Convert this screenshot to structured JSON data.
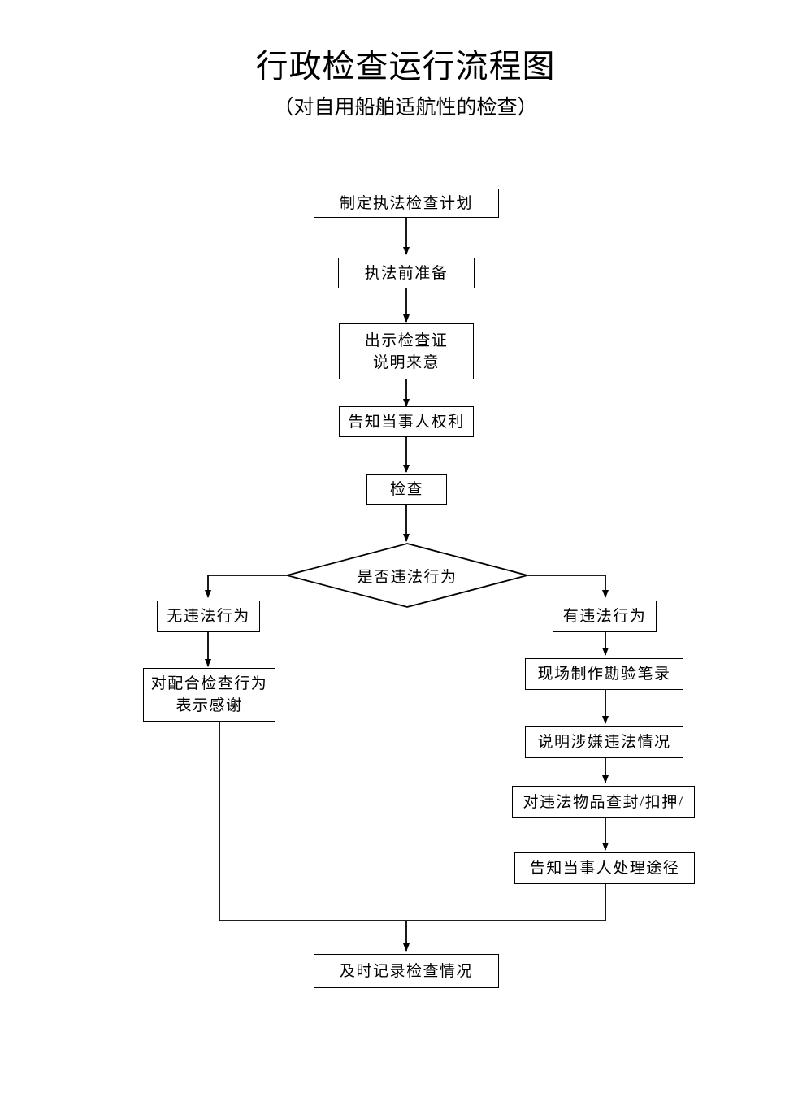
{
  "document": {
    "title": "行政检查运行流程图",
    "subtitle": "（对自用船舶适航性的检查）"
  },
  "chart_data": {
    "type": "flowchart",
    "title": "行政检查运行流程图",
    "subtitle": "（对自用船舶适航性的检查）",
    "orientation": "top-down",
    "nodes": [
      {
        "id": "n1",
        "shape": "rect",
        "label": "制定执法检查计划",
        "branch": "main"
      },
      {
        "id": "n2",
        "shape": "rect",
        "label": "执法前准备",
        "branch": "main"
      },
      {
        "id": "n3",
        "shape": "rect",
        "label": "出示检查证\n说明来意",
        "branch": "main"
      },
      {
        "id": "n4",
        "shape": "rect",
        "label": "告知当事人权利",
        "branch": "main"
      },
      {
        "id": "n5",
        "shape": "rect",
        "label": "检查",
        "branch": "main"
      },
      {
        "id": "d1",
        "shape": "diamond",
        "label": "是否违法行为",
        "branch": "main"
      },
      {
        "id": "l1",
        "shape": "rect",
        "label": "无违法行为",
        "branch": "left"
      },
      {
        "id": "l2",
        "shape": "rect",
        "label": "对配合检查行为\n表示感谢",
        "branch": "left"
      },
      {
        "id": "r1",
        "shape": "rect",
        "label": "有违法行为",
        "branch": "right"
      },
      {
        "id": "r2",
        "shape": "rect",
        "label": "现场制作勘验笔录",
        "branch": "right"
      },
      {
        "id": "r3",
        "shape": "rect",
        "label": "说明涉嫌违法情况",
        "branch": "right"
      },
      {
        "id": "r4",
        "shape": "rect",
        "label": "对违法物品查封/扣押/",
        "branch": "right"
      },
      {
        "id": "r5",
        "shape": "rect",
        "label": "告知当事人处理途径",
        "branch": "right"
      },
      {
        "id": "n6",
        "shape": "rect",
        "label": "及时记录检查情况",
        "branch": "main"
      }
    ],
    "edges": [
      {
        "from": "n1",
        "to": "n2",
        "arrow": true,
        "label": ""
      },
      {
        "from": "n2",
        "to": "n3",
        "arrow": true,
        "label": ""
      },
      {
        "from": "n3",
        "to": "n4",
        "arrow": true,
        "label": ""
      },
      {
        "from": "n4",
        "to": "n5",
        "arrow": true,
        "label": ""
      },
      {
        "from": "n5",
        "to": "d1",
        "arrow": true,
        "label": ""
      },
      {
        "from": "d1",
        "to": "l1",
        "arrow": true,
        "label": "",
        "route": "left-elbow"
      },
      {
        "from": "d1",
        "to": "r1",
        "arrow": true,
        "label": "",
        "route": "right-elbow"
      },
      {
        "from": "l1",
        "to": "l2",
        "arrow": true,
        "label": ""
      },
      {
        "from": "r1",
        "to": "r2",
        "arrow": true,
        "label": ""
      },
      {
        "from": "r2",
        "to": "r3",
        "arrow": true,
        "label": ""
      },
      {
        "from": "r3",
        "to": "r4",
        "arrow": true,
        "label": ""
      },
      {
        "from": "r4",
        "to": "r5",
        "arrow": true,
        "label": ""
      },
      {
        "from": "l2",
        "to": "n6",
        "arrow": true,
        "label": "",
        "route": "merge-elbow"
      },
      {
        "from": "r5",
        "to": "n6",
        "arrow": true,
        "label": "",
        "route": "merge-elbow"
      }
    ],
    "style": {
      "line_color": "#000000",
      "node_fill": "#ffffff",
      "node_border": "#000000",
      "background": "#ffffff"
    }
  }
}
